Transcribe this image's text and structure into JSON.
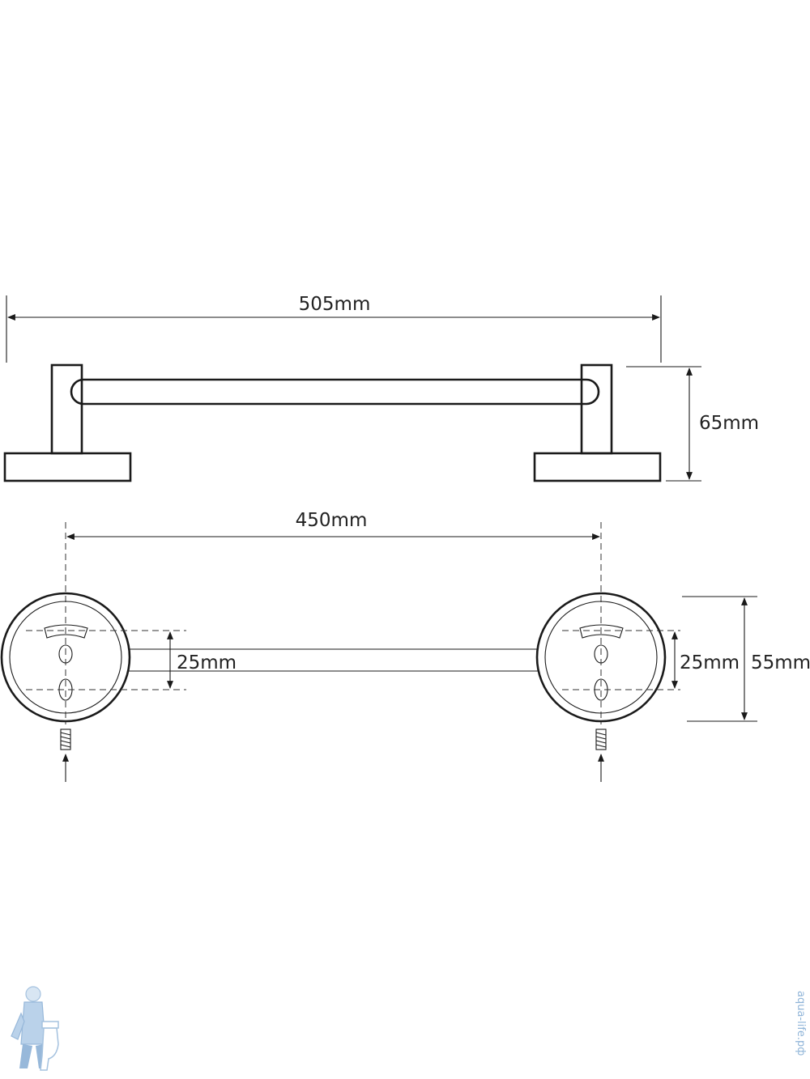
{
  "dimensions": {
    "overall_length": "505mm",
    "height": "65mm",
    "mount_spacing": "450mm",
    "left_hole_spacing": "25mm",
    "right_hole_spacing": "25mm",
    "base_diameter": "55mm"
  },
  "watermark": {
    "mascot_icon": "plumber-mascot-icon",
    "site_text": "aqua-life.рф",
    "color": "#8fb4d8"
  },
  "colors": {
    "line": "#1a1a1a",
    "background": "#ffffff"
  }
}
